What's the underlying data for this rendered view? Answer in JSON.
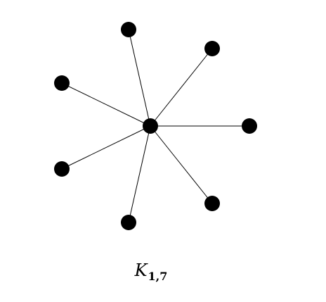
{
  "diagram": {
    "caption_main": "K",
    "caption_sub": "1,7",
    "center_node": "center",
    "leaf_nodes": [
      "leaf-1",
      "leaf-2",
      "leaf-3",
      "leaf-4",
      "leaf-5",
      "leaf-6",
      "leaf-7"
    ],
    "edges": [
      [
        "center",
        "leaf-1"
      ],
      [
        "center",
        "leaf-2"
      ],
      [
        "center",
        "leaf-3"
      ],
      [
        "center",
        "leaf-4"
      ],
      [
        "center",
        "leaf-5"
      ],
      [
        "center",
        "leaf-6"
      ],
      [
        "center",
        "leaf-7"
      ]
    ],
    "colors": {
      "node": "#000000",
      "edge": "#000000",
      "background": "#ffffff"
    }
  }
}
